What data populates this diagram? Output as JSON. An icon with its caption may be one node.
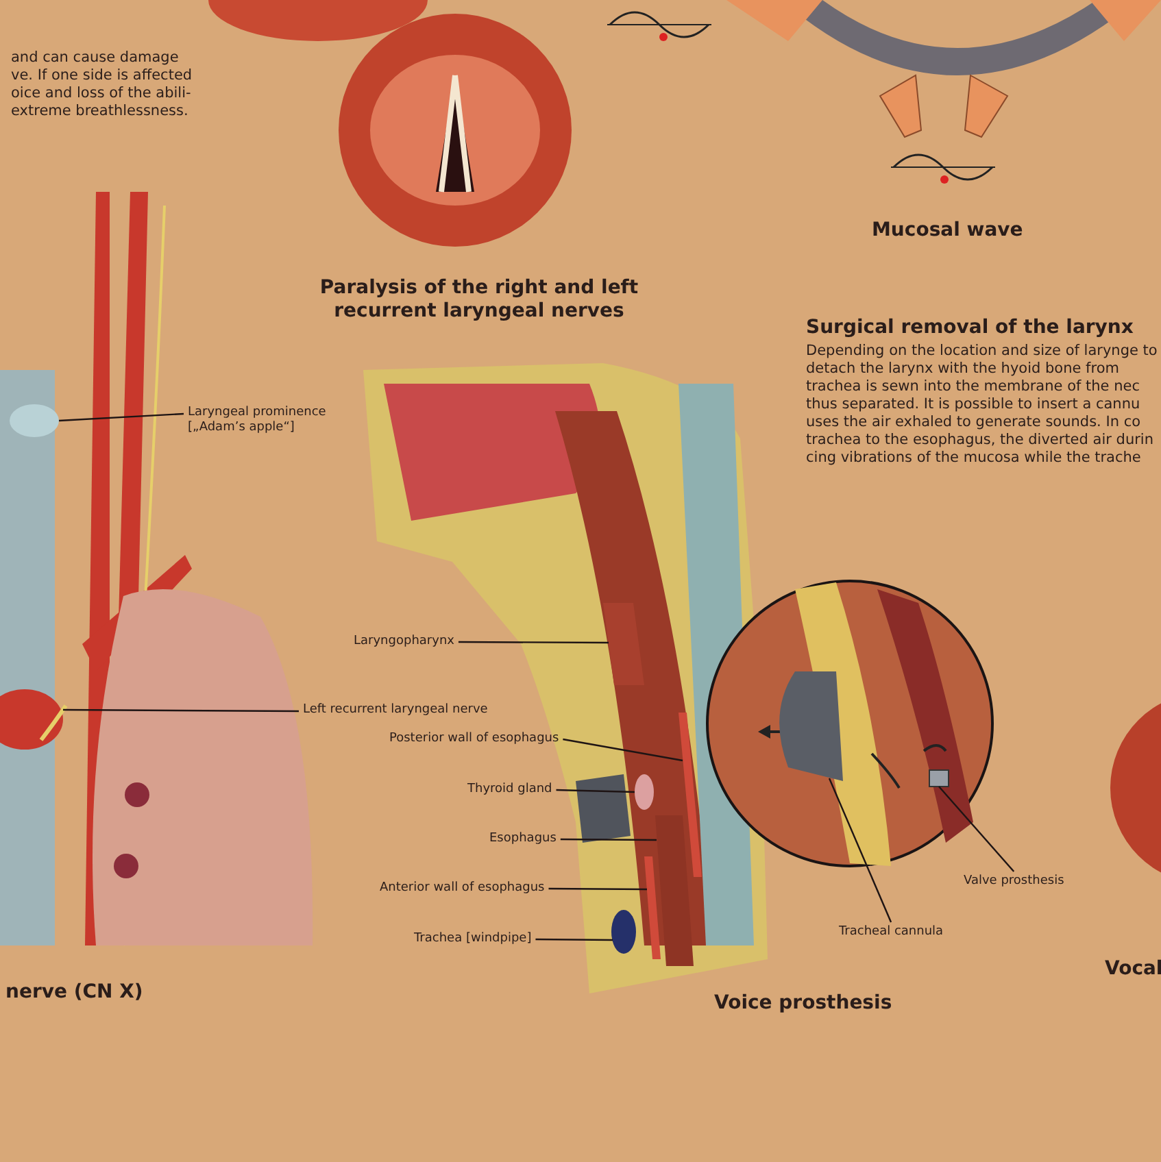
{
  "diagram": {
    "nodes": [
      {
        "text": [
          "Laryngeal prominence [„Adam’s apple“]"
        ]
      },
      {
        "text": [
          "Left recurrent laryngeal nerve"
        ]
      },
      {
        "text": [
          "Laryngopharynx"
        ]
      },
      {
        "text": [
          "Posterior wall of esophagus"
        ]
      },
      {
        "text": [
          "Thyroid gland"
        ]
      },
      {
        "text": [
          "Esophagus"
        ]
      },
      {
        "text": [
          "Anterior wall of esophagus"
        ]
      },
      {
        "text": [
          "Trachea [windpipe]"
        ]
      },
      {
        "text": [
          "Valve prosthesis"
        ]
      },
      {
        "text": [
          "Tracheal cannula"
        ]
      },
      {
        "text": [],
        "shape": "circle"
      },
      {
        "text": [],
        "shape": "picture"
      },
      {
        "text": [],
        "shape": "picture"
      },
      {
        "text": [],
        "shape": "picture"
      },
      {
        "text": [],
        "shape": "circle"
      },
      {
        "text": [],
        "shape": "picture"
      },
      {
        "text": [],
        "shape": "picture"
      },
      {
        "text": [],
        "shape": "circle"
      },
      {
        "text": [],
        "shape": "box"
      },
      {
        "text": [],
        "shape": "picture"
      }
    ],
    "edges": [
      {
        "from": 0,
        "to": 10,
        "arrow": "none"
      },
      {
        "from": 1,
        "to": 11,
        "arrow": "none"
      },
      {
        "from": 2,
        "to": 12,
        "arrow": "none"
      },
      {
        "from": 3,
        "to": 13,
        "arrow": "none"
      },
      {
        "from": 4,
        "to": 14,
        "arrow": "none"
      },
      {
        "from": 5,
        "to": 15,
        "arrow": "none"
      },
      {
        "from": 6,
        "to": 16,
        "arrow": "none"
      },
      {
        "from": 7,
        "to": 17,
        "arrow": "none"
      },
      {
        "from": 8,
        "to": 18,
        "arrow": "none"
      },
      {
        "from": 9,
        "to": 19,
        "arrow": "none"
      }
    ],
    "labels": [
      "and can cause damage ve. If one side is affected oice and loss of the abili- extreme breathlessness.",
      "Mucosal wave",
      "Paralysis of the right and left recurrent laryngeal nerves",
      "Surgical removal of the larynx",
      "Depending on the location and size of larynge to detach the larynx with the hyoid bone from trachea is sewn into the membrane of the nec thus separated. It is possible to insert a cannu uses the air exhaled to generate sounds. In co trachea to the esophagus, the diverted air durin cing vibrations of the mucosa while the trache",
      "nerve (CN X)",
      "Voice prosthesis",
      "Vocal"
    ]
  }
}
